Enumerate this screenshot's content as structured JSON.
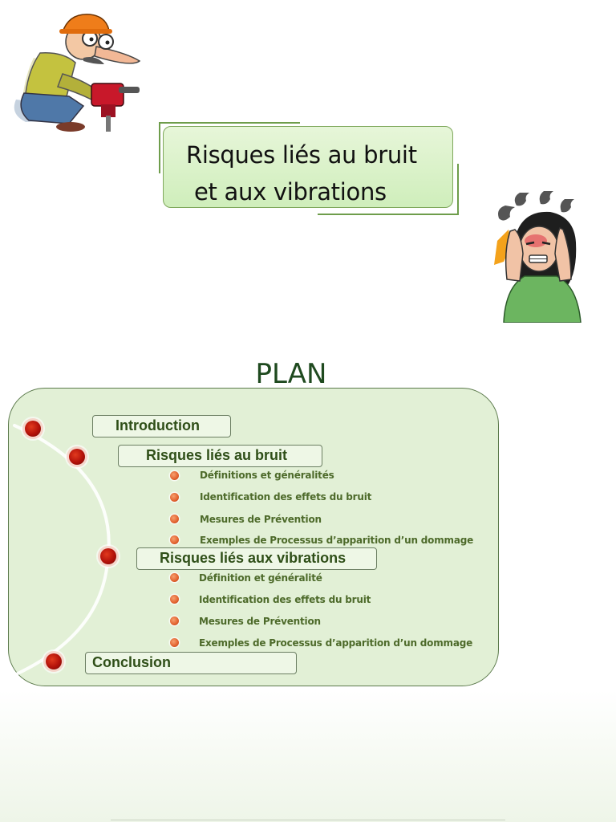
{
  "title": {
    "line1": "Risques liés au bruit",
    "line2": "et aux vibrations"
  },
  "plan": {
    "heading": "PLAN",
    "sections": [
      {
        "label": "Introduction",
        "items": []
      },
      {
        "label": "Risques liés au bruit",
        "items": [
          "Définitions et généralités",
          "Identification des effets du bruit",
          "Mesures de Prévention",
          "Exemples de Processus d’apparition d’un dommage"
        ]
      },
      {
        "label": "Risques liés aux vibrations",
        "items": [
          "Définition et généralité",
          "Identification des effets du bruit",
          "Mesures de Prévention",
          "Exemples de Processus d’apparition d’un dommage"
        ]
      },
      {
        "label": "Conclusion",
        "items": []
      }
    ]
  },
  "colors": {
    "panel_fill": "#e2f0d6",
    "title_fill": "#d4efc0",
    "heading_text": "#1f4a1f",
    "bullet_red": "#c0140a",
    "sub_text": "#4d6a2a"
  },
  "icons": [
    "jackhammer-worker-illustration",
    "woman-covering-ears-illustration"
  ]
}
